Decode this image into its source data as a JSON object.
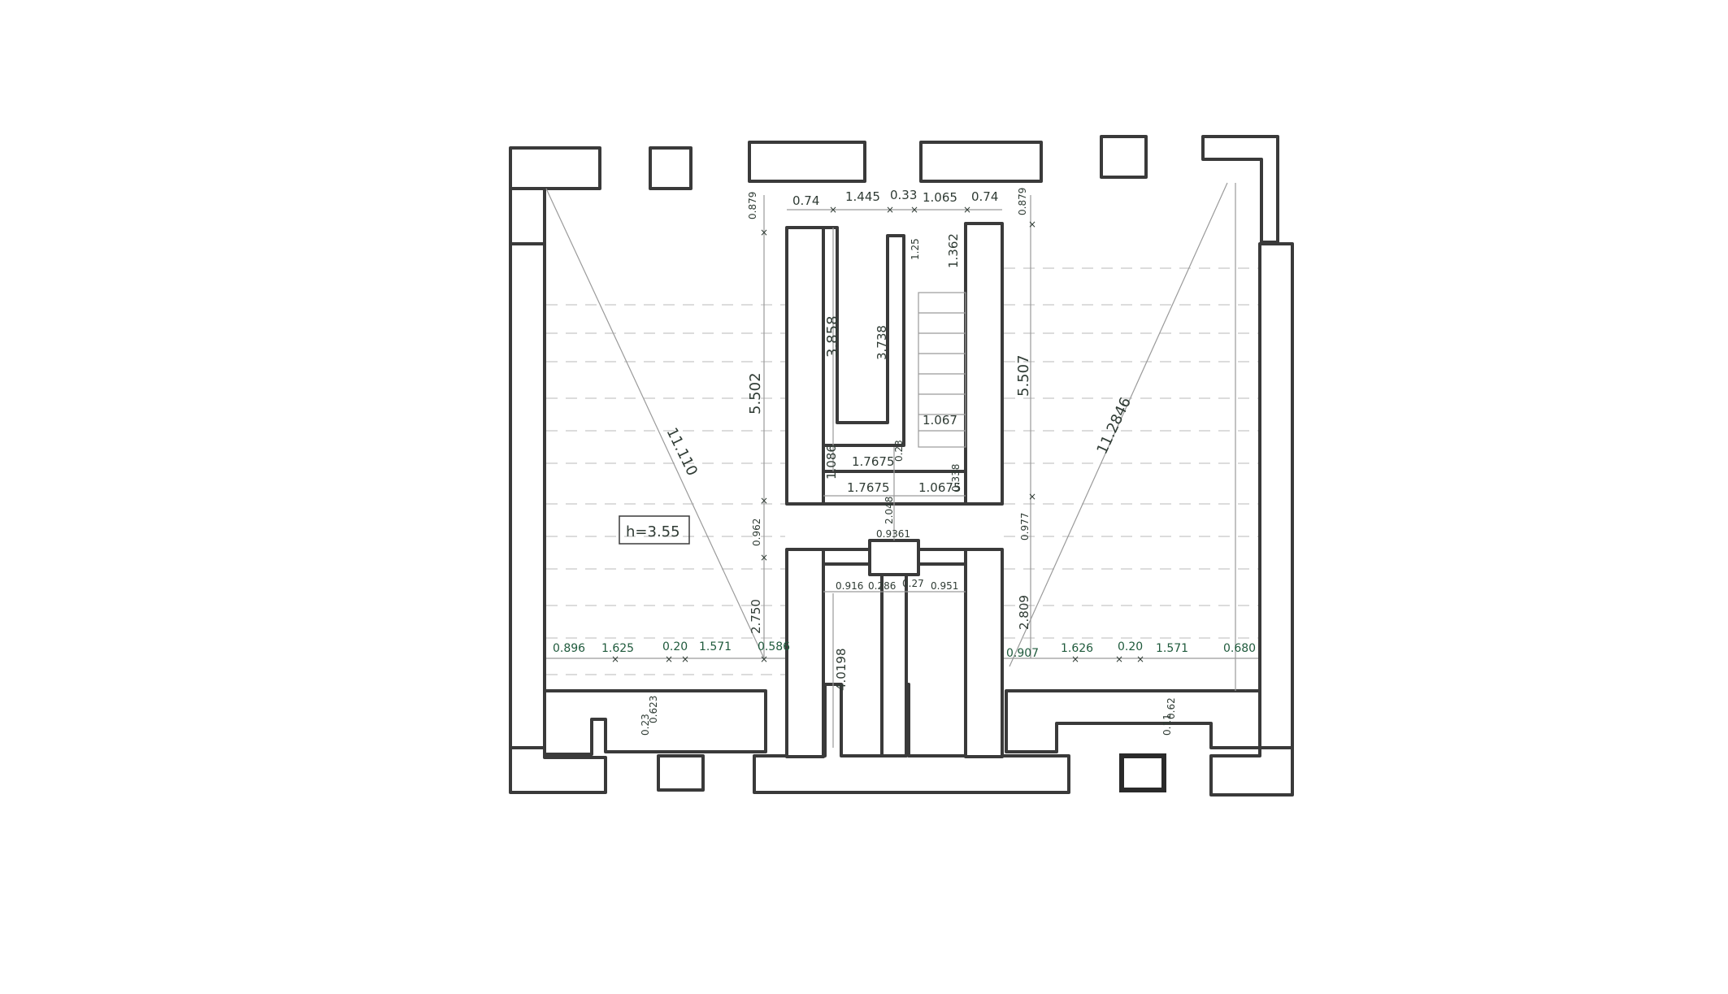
{
  "plan": {
    "height_label": "h=3.55",
    "top_dims": [
      "0.74",
      "1.445",
      "0.33",
      "1.065",
      "0.74"
    ],
    "top_side_left": "0.879",
    "top_side_right": "0.879",
    "left_vertical": "5.502",
    "right_vertical": "5.507",
    "left_diagonal": "11.110",
    "right_diagonal": "11.2846",
    "core": {
      "d3858": "3.858",
      "d3738": "3.738",
      "d125": "1.25",
      "d1362": "1.362",
      "d1067": "1.067",
      "d1086": "1.086",
      "d17675a": "1.7675",
      "d023a": "0.23",
      "d17675b": "1.7675",
      "d10675": "1.0675",
      "d0338": "0.338",
      "d2048": "2.048",
      "d09361": "0.9361"
    },
    "left_mid": "0.962",
    "right_mid": "0.977",
    "left_lower_v": "2.750",
    "right_lower_v": "2.809",
    "lower_core": [
      "0.916",
      "0.286",
      "0.27",
      "0.951"
    ],
    "lower_core_v": "4.0198",
    "left_bottom_dims": [
      "0.896",
      "1.625",
      "0.20",
      "1.571",
      "0.586"
    ],
    "right_bottom_dims": [
      "0.907",
      "1.626",
      "0.20",
      "1.571",
      "0.680"
    ],
    "left_window": [
      "0.623",
      "0.23"
    ],
    "right_window": [
      "0.62",
      "0.11"
    ]
  }
}
